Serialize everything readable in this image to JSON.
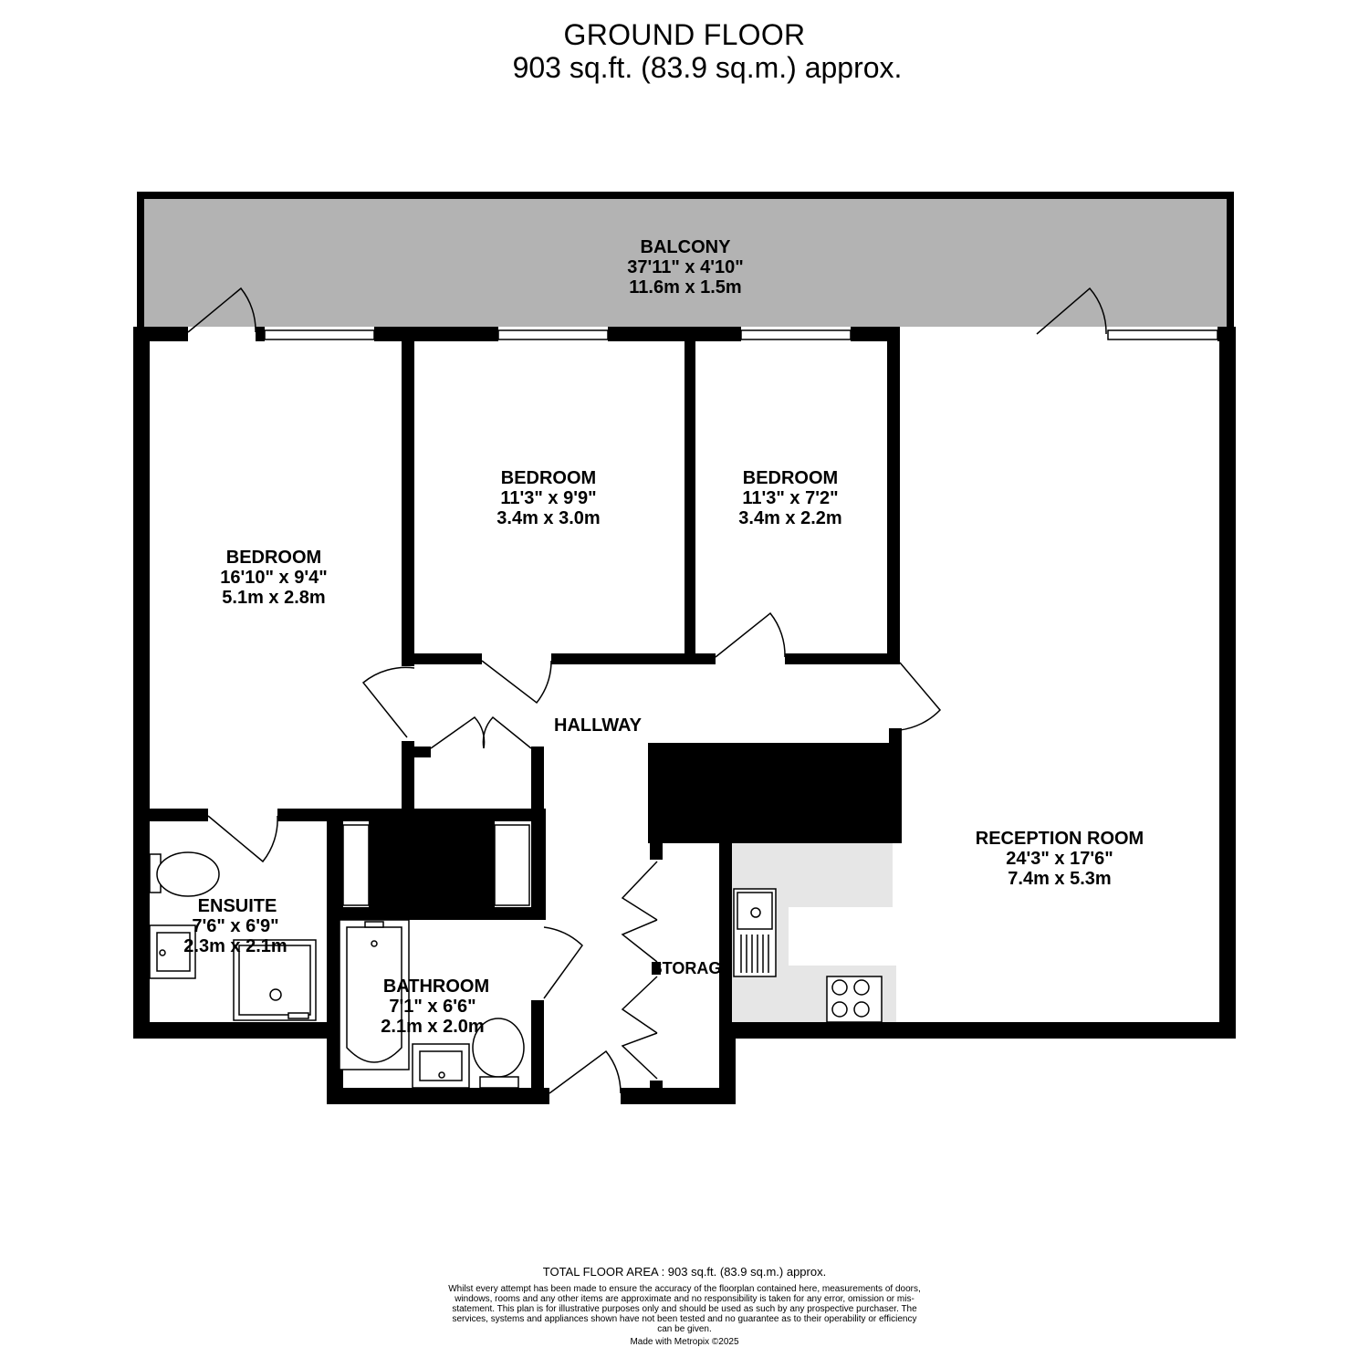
{
  "header": {
    "title": "GROUND FLOOR",
    "area": "903 sq.ft. (83.9 sq.m.) approx."
  },
  "rooms": {
    "balcony": {
      "name": "BALCONY",
      "imperial": "37'11\"  x 4'10\"",
      "metric": "11.6m  x 1.5m"
    },
    "bedroom1": {
      "name": "BEDROOM",
      "imperial": "16'10\"  x 9'4\"",
      "metric": "5.1m  x 2.8m"
    },
    "bedroom2": {
      "name": "BEDROOM",
      "imperial": "11'3\"  x 9'9\"",
      "metric": "3.4m  x 3.0m"
    },
    "bedroom3": {
      "name": "BEDROOM",
      "imperial": "11'3\"  x 7'2\"",
      "metric": "3.4m  x 2.2m"
    },
    "hallway": {
      "name": "HALLWAY"
    },
    "reception": {
      "name": "RECEPTION ROOM",
      "imperial": "24'3\"  x 17'6\"",
      "metric": "7.4m  x 5.3m"
    },
    "ensuite": {
      "name": "ENSUITE",
      "imperial": "7'6\"  x 6'9\"",
      "metric": "2.3m  x 2.1m"
    },
    "bathroom": {
      "name": "BATHROOM",
      "imperial": "7'1\"  x 6'6\"",
      "metric": "2.1m  x 2.0m"
    },
    "storage": {
      "name": "STORAG"
    }
  },
  "footer": {
    "total": "TOTAL FLOOR AREA : 903 sq.ft. (83.9 sq.m.) approx.",
    "disclaimer": "Whilst every attempt has been made to ensure the accuracy of the floorplan contained here, measurements of doors, windows, rooms and any other items are approximate and no responsibility is taken for any error, omission or mis-statement. This plan is for illustrative purposes only and should be used as such by any prospective purchaser. The services, systems and appliances shown have not been tested and no guarantee as to their operability or efficiency can be given.",
    "made_with": "Made with Metropix ©2025"
  },
  "colors": {
    "wall": "#000000",
    "balcony_fill": "#b3b3b3",
    "kitchen_fill": "#e6e6e6",
    "floor": "#ffffff"
  }
}
